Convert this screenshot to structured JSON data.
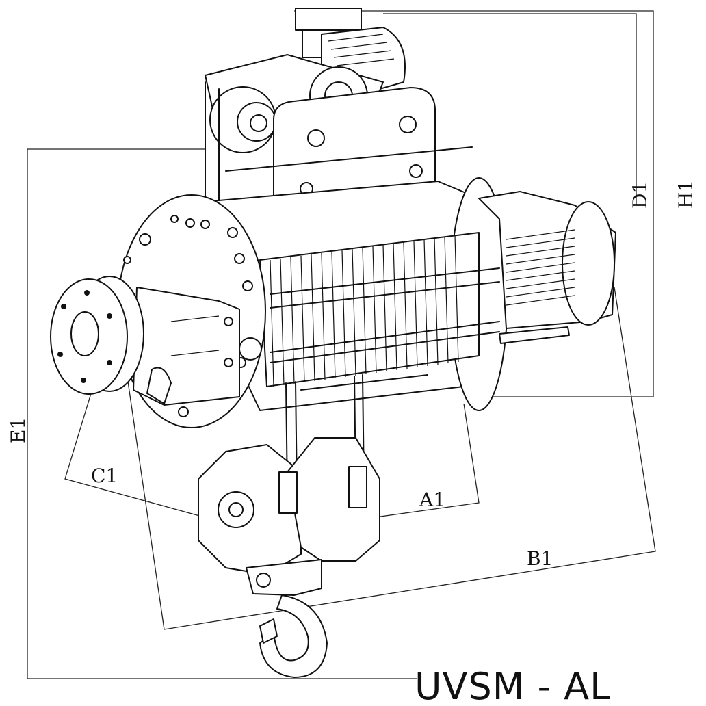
{
  "diagram": {
    "model": "UVSM - AL",
    "dimension_labels": {
      "A1": "A1",
      "B1": "B1",
      "C1": "C1",
      "D1": "D1",
      "E1": "E1",
      "H1": "H1"
    }
  }
}
